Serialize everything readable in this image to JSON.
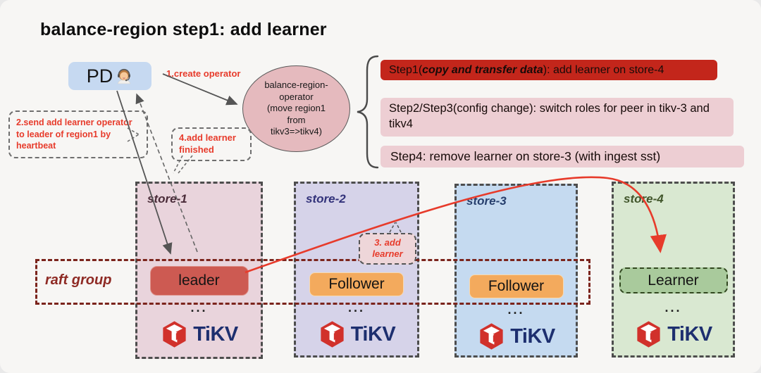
{
  "title": "balance-region step1: add learner",
  "pd": {
    "label": "PD",
    "icon": "support-agent"
  },
  "flow_labels": {
    "create_operator": "1.create operator",
    "send_heartbeat": "2.send add learner operator\nto leader of region1 by\nheartbeat",
    "add_learner": "3. add\nlearner",
    "learner_finished": "4.add learner\nfinished"
  },
  "operator_node": {
    "text": "balance-region-\noperator\n(move region1\nfrom\ntikv3=>tikv4)"
  },
  "steps": [
    {
      "prefix": "Step1(",
      "emphasis": "copy and transfer data",
      "suffix": "): add learner on store-4"
    },
    {
      "text": "Step2/Step3(config change): switch roles for peer in tikv-3 and tikv4"
    },
    {
      "text": "Step4: remove learner on store-3 (with ingest sst)"
    }
  ],
  "raft_group": {
    "label": "raft group"
  },
  "stores": [
    {
      "name": "store-1",
      "role": "leader",
      "ellipsis": "...",
      "brand": "TiKV"
    },
    {
      "name": "store-2",
      "role": "Follower",
      "ellipsis": "...",
      "brand": "TiKV"
    },
    {
      "name": "store-3",
      "role": "Follower",
      "ellipsis": "...",
      "brand": "TiKV"
    },
    {
      "name": "store-4",
      "role": "Learner",
      "ellipsis": "...",
      "brand": "TiKV"
    }
  ],
  "colors": {
    "step1_bg": "#c3261b",
    "step_pink_bg": "#edced3",
    "leader": "#cd5a52",
    "follower": "#f3aa5d",
    "learner": "#a9ca9c",
    "raft_border": "#7b241c",
    "annotation_red": "#e73b2b",
    "tikv_navy": "#1d2f6f",
    "tikv_red": "#d1312b",
    "pd_bg": "#c6d9f1",
    "operator_bg": "#e5babe"
  }
}
